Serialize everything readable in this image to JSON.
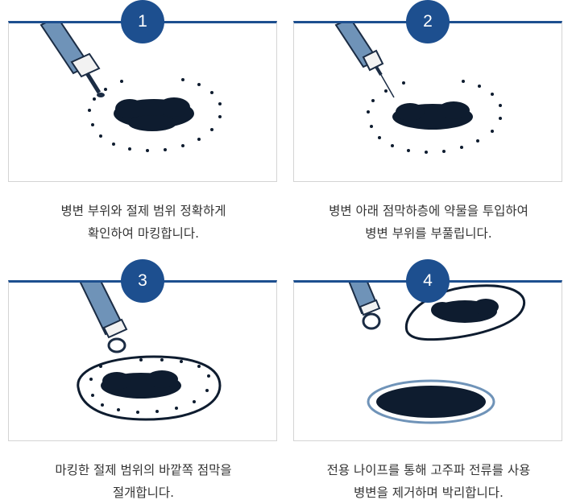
{
  "steps": [
    {
      "number": "1",
      "lines": [
        "병변 부위와 절제 범위 정확하게",
        "확인하여 마킹합니다."
      ],
      "tool": "marking-tip",
      "colors": {
        "accent": "#1d4f8f",
        "ink": "#0e1c2f"
      }
    },
    {
      "number": "2",
      "lines": [
        "병변 아래 점막하층에 약물을 투입하여",
        "병변 부위를 부풀립니다."
      ],
      "tool": "injection-needle"
    },
    {
      "number": "3",
      "lines": [
        "마킹한 절제 범위의 바깥쪽 점막을",
        "절개합니다."
      ],
      "tool": "loop-knife"
    },
    {
      "number": "4",
      "lines": [
        "전용 나이프를 통해 고주파 전류를 사용",
        "병변을 제거하며 박리합니다."
      ],
      "tool": "loop-knife"
    }
  ]
}
